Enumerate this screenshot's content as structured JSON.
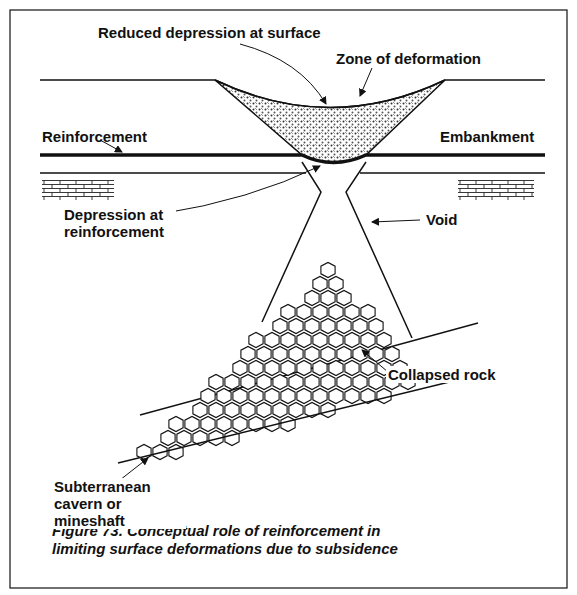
{
  "diagram": {
    "caption": "Figure 73. Conceptual role of reinforcement in limiting surface deformations due to subsidence",
    "labels": [
      "Reduced depression at surface",
      "Zone of deformation",
      "Reinforcement",
      "Embankment",
      "Depression at reinforcement",
      "Void",
      "Collapsed rock",
      "Subterranean cavern or mineshaft"
    ]
  }
}
